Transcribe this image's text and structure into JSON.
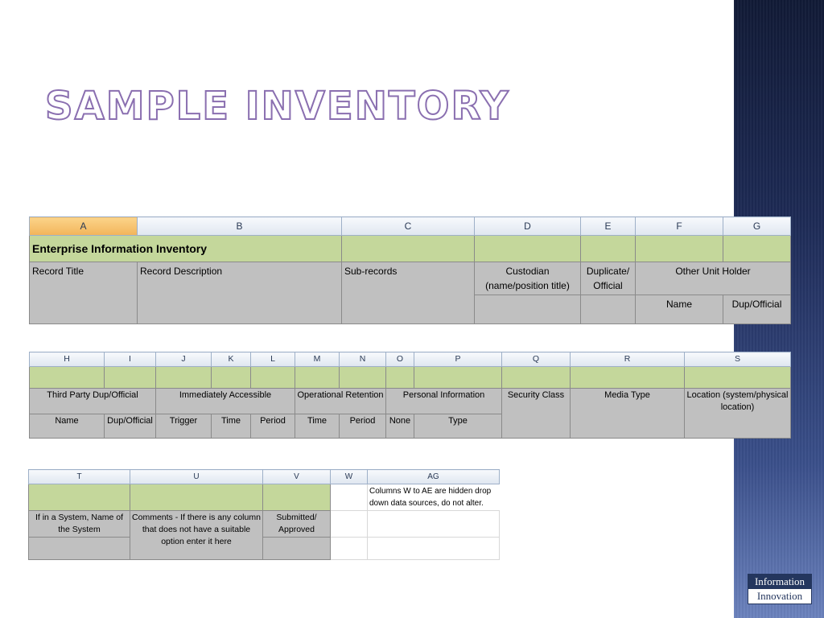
{
  "slide": {
    "title": "Sample Inventory"
  },
  "logo": {
    "line1": "Information",
    "line2": "Innovation"
  },
  "table1": {
    "columns": [
      "A",
      "B",
      "C",
      "D",
      "E",
      "F",
      "G"
    ],
    "title": "Enterprise Information Inventory",
    "headers": {
      "record_title": "Record Title",
      "record_description": "Record Description",
      "sub_records": "Sub-records",
      "custodian": "Custodian (name/position title)",
      "duplicate_official": "Duplicate/ Official",
      "other_unit_holder": "Other Unit Holder",
      "name": "Name",
      "dup_official": "Dup/Official"
    }
  },
  "table2": {
    "columns": [
      "H",
      "I",
      "J",
      "K",
      "L",
      "M",
      "N",
      "O",
      "P",
      "Q",
      "R",
      "S"
    ],
    "groups": {
      "third_party": "Third Party Dup/Official",
      "immediately_accessible": "Immediately Accessible",
      "operational_retention": "Operational Retention",
      "personal_information": "Personal Information",
      "security_class": "Security Class",
      "media_type": "Media Type",
      "location": "Location (system/physical location)"
    },
    "subheaders": {
      "name": "Name",
      "dup_official": "Dup/Official",
      "trigger": "Trigger",
      "time_k": "Time",
      "period_l": "Period",
      "time_m": "Time",
      "period_n": "Period",
      "none": "None",
      "type": "Type"
    }
  },
  "table3": {
    "columns": [
      "T",
      "U",
      "V",
      "W",
      "AG"
    ],
    "note": "Columns W to AE are hidden drop down data sources, do not alter.",
    "headers": {
      "system_name": "If in a System, Name of the System",
      "comments": "Comments - If there is any column that does not have a suitable option enter it here",
      "submitted": "Submitted/ Approved"
    }
  },
  "colors": {
    "green_fill": "#c4d79b",
    "grey_fill": "#c0c0c0",
    "title_purple": "#8a6fb0",
    "band_navy": "#1d2a55"
  }
}
